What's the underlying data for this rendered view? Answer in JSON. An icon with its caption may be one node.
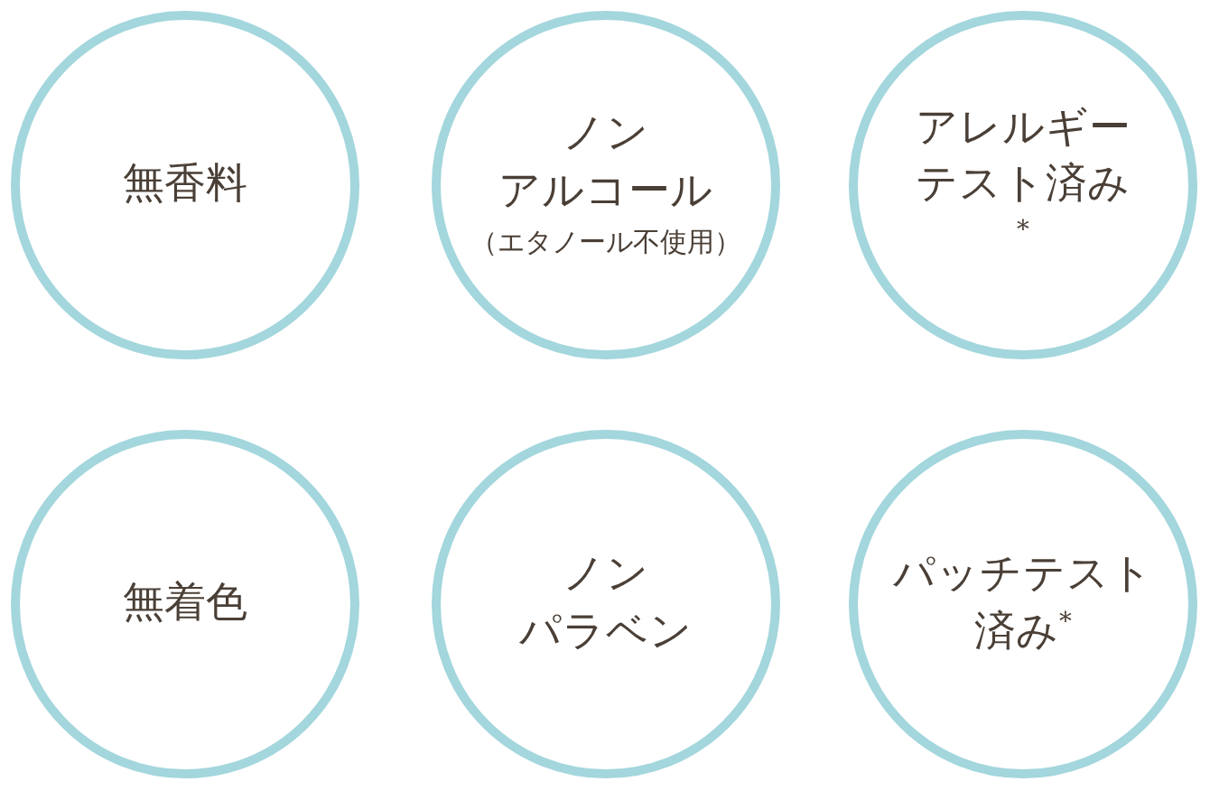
{
  "diagram": {
    "nodes": [
      {
        "text": [
          "無香料"
        ]
      },
      {
        "text": [
          "ノン",
          "アルコール",
          "（エタノール不使用）"
        ]
      },
      {
        "text": [
          "アレルギーテスト済み$^{*}$"
        ]
      },
      {
        "text": [
          "無着色"
        ]
      },
      {
        "text": [
          "ノン",
          "パラベン"
        ]
      },
      {
        "text": [
          "パッチテスト済み$^{*}$"
        ]
      }
    ]
  }
}
